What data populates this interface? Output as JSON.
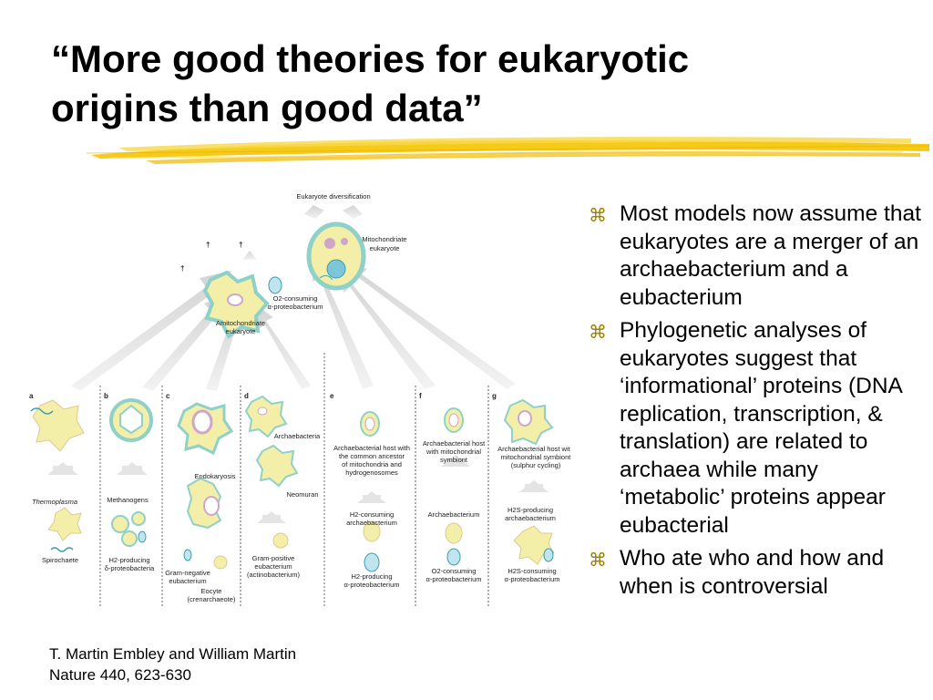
{
  "slide": {
    "title_line1": "“More good theories for eukaryotic",
    "title_line2": "origins than good data”"
  },
  "bullets": [
    {
      "icon": "z-bullet-icon",
      "text": "Most models now assume that eukaryotes are a merger of an archaebacterium and a eubacterium"
    },
    {
      "icon": "z-bullet-icon",
      "text": "Phylogenetic analyses of eukaryotes suggest that ‘informational’ proteins (DNA replication, transcription, & translation) are related to archaea while many ‘metabolic’ proteins appear eubacterial"
    },
    {
      "icon": "z-bullet-icon",
      "text": "Who ate who and how and when is controversial"
    }
  ],
  "citation": {
    "line1": "T. Martin Embley and William Martin",
    "line2": "Nature 440, 623-630"
  },
  "figure": {
    "top": {
      "diversification": "Eukaryote diversification",
      "mito_l1": "Mitochondriate",
      "mito_l2": "eukaryote",
      "o2_l1": "O2-consuming",
      "o2_l2": "α-proteobacterium",
      "amito_l1": "Amitochondriate",
      "amito_l2": "eukaryote",
      "dagger": "†"
    },
    "panels": {
      "a": "a",
      "b": "b",
      "c": "c",
      "d": "d",
      "e": "e",
      "f": "f",
      "g": "g"
    },
    "labels": {
      "thermoplasma": "Thermoplasma",
      "spirochaete": "Spirochaete",
      "methanogens": "Methanogens",
      "h2_delta_l1": "H2-producing",
      "h2_delta_l2": "δ-proteobacteria",
      "endokaryosis": "Endokaryosis",
      "gramneg_l1": "Gram-negative",
      "gramneg_l2": "eubacterium",
      "eocyte_l1": "Eocyte",
      "eocyte_l2": "(crenarchaeote)",
      "archaebacteria": "Archaebacteria",
      "neomuran": "Neomuran",
      "grampos_l1": "Gram-positive",
      "grampos_l2": "eubacterium",
      "grampos_l3": "(actinobacterium)",
      "e_host_l1": "Archaebacterial host with",
      "e_host_l2": "the common ancestor",
      "e_host_l3": "of mitochondria and",
      "e_host_l4": "hydrogenosomes",
      "e_h2c_l1": "H2-consuming",
      "e_h2c_l2": "archaebacterium",
      "e_h2p_l1": "H2-producing",
      "e_h2p_l2": "α-proteobacterium",
      "f_host_l1": "Archaebacterial host",
      "f_host_l2": "with mitochondrial",
      "f_host_l3": "symbiont",
      "f_arch": "Archaebacterium",
      "f_o2_l1": "O2-consuming",
      "f_o2_l2": "α-proteobacterium",
      "g_host_l1": "Archaebacterial host with",
      "g_host_l2": "mitochondrial symbiont",
      "g_host_l3": "(sulphur cycling)",
      "g_h2sp_l1": "H2S-producing",
      "g_h2sp_l2": "archaebacterium",
      "g_h2sc_l1": "H2S-consuming",
      "g_h2sc_l2": "α-proteobacterium"
    }
  },
  "colors": {
    "cell_fill": "#f3efa8",
    "cell_stroke": "#8fd0c8",
    "nucleus": "#cfa6c8",
    "symbiont": "#7cc6d8",
    "arrow": "#d6d6d6",
    "swoosh": "#f5c400",
    "bullet": "#a08000"
  }
}
